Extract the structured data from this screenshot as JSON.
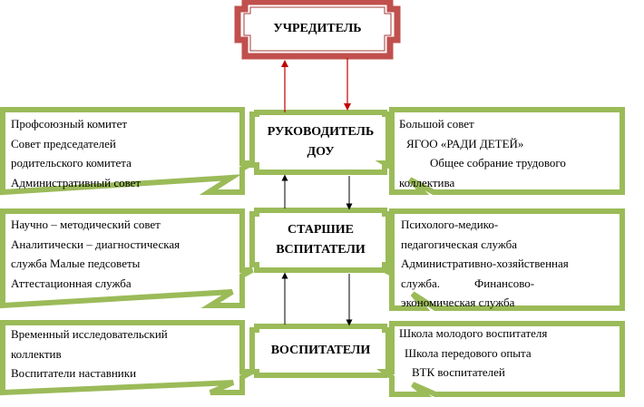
{
  "founder": {
    "title": "УЧРЕДИТЕЛЬ"
  },
  "center": [
    {
      "id": "head",
      "lines": [
        "РУКОВОДИТЕЛЬ",
        "ДОУ"
      ]
    },
    {
      "id": "senior",
      "lines": [
        "СТАРШИЕ",
        "ВСПИТАТЕЛИ"
      ]
    },
    {
      "id": "tutors",
      "lines": [
        "ВОСПИТАТЕЛИ"
      ]
    }
  ],
  "left": [
    {
      "id": "row1",
      "lines": [
        "Профсоюзный комитет",
        "Совет председателей",
        "родительского комитета",
        "Административный совет"
      ]
    },
    {
      "id": "row2",
      "lines": [
        "Научно – методический совет",
        "Аналитически – диагностическая",
        "служба Малые педсоветы",
        "Аттестационная служба"
      ]
    },
    {
      "id": "row3",
      "lines": [
        "Временный исследовательский",
        "коллектив",
        "Воспитатели наставники"
      ]
    }
  ],
  "right": [
    {
      "id": "row1",
      "lines": [
        "Большой совет",
        "ЯГОО «РАДИ ДЕТЕЙ»",
        "Общее собрание трудового",
        "коллектива"
      ]
    },
    {
      "id": "row2",
      "lines": [
        "Психолого-медико-",
        "педагогическая служба",
        "Административно-хозяйственная",
        "служба.",
        "Финансово-",
        "экономическая служба"
      ]
    },
    {
      "id": "row3",
      "lines": [
        "Школа молодого воспитателя",
        "Школа передового опыта",
        "ВТК воспитателей"
      ]
    }
  ],
  "colors": {
    "founder_border": "#c0504d",
    "founder_inner": "#a33b38",
    "frame": "#9bbb59",
    "arrow_red": "#c00000",
    "arrow_black": "#000000"
  }
}
